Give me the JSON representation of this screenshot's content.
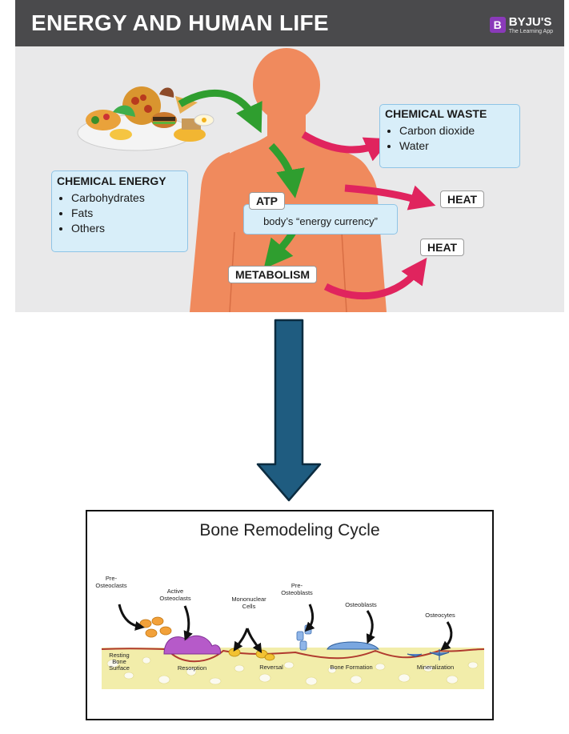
{
  "energy": {
    "title": "ENERGY AND HUMAN LIFE",
    "brand": {
      "logo_letter": "B",
      "name": "BYJU'S",
      "tagline": "The Learning App"
    },
    "chemical_energy": {
      "heading": "CHEMICAL ENERGY",
      "items": [
        "Carbohydrates",
        "Fats",
        "Others"
      ]
    },
    "chemical_waste": {
      "heading": "CHEMICAL WASTE",
      "items": [
        "Carbon dioxide",
        "Water"
      ]
    },
    "atp": {
      "heading": "ATP",
      "text": "body’s “energy currency”"
    },
    "metabolism": "METABOLISM",
    "heat_1": "HEAT",
    "heat_2": "HEAT"
  },
  "bone": {
    "title": "Bone Remodeling Cycle",
    "labels": {
      "pre_osteoclasts": [
        "Pre-",
        "Osteoclasts"
      ],
      "active_osteoclasts": [
        "Active",
        "Osteoclasts"
      ],
      "mononuclear_cells": [
        "Mononuclear",
        "Cells"
      ],
      "pre_osteoblasts": [
        "Pre-",
        "Osteoblasts"
      ],
      "osteoblasts": "Osteoblasts",
      "osteocytes": "Osteocytes"
    },
    "stages": {
      "resting": [
        "Resting",
        "Bone",
        "Surface"
      ],
      "resorption": "Resorption",
      "reversal": "Reversal",
      "formation": "Bone Formation",
      "mineralization": "Mineralization"
    }
  },
  "colors": {
    "header": "#4a4a4c",
    "body": "#f08a5d",
    "green_arrow": "#2f9e2f",
    "red_arrow": "#e0245e",
    "down_arrow_fill": "#1f5c80",
    "down_arrow_stroke": "#0c2c40"
  }
}
